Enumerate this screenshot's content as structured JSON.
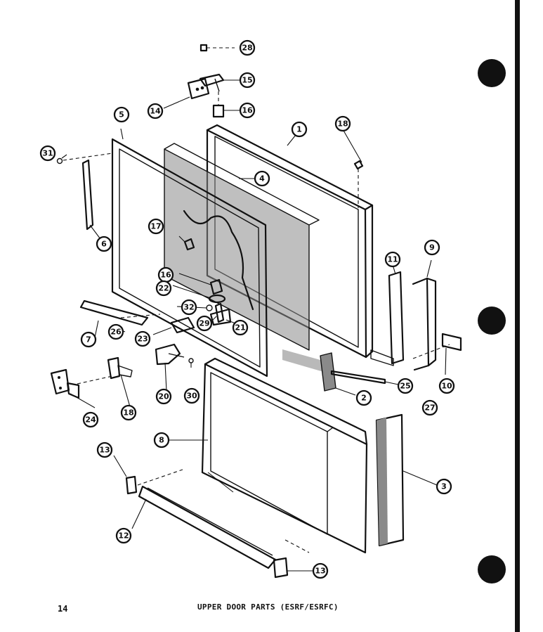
{
  "page": {
    "number": "14",
    "title": "UPPER DOOR PARTS (ESRF/ESRFC)"
  },
  "callouts": [
    "28",
    "15",
    "14",
    "16",
    "1",
    "18",
    "5",
    "31",
    "4",
    "17",
    "6",
    "11",
    "9",
    "16",
    "22",
    "32",
    "29",
    "7",
    "26",
    "23",
    "21",
    "20",
    "30",
    "18",
    "24",
    "2",
    "25",
    "10",
    "27",
    "8",
    "13",
    "3",
    "12",
    "13"
  ]
}
